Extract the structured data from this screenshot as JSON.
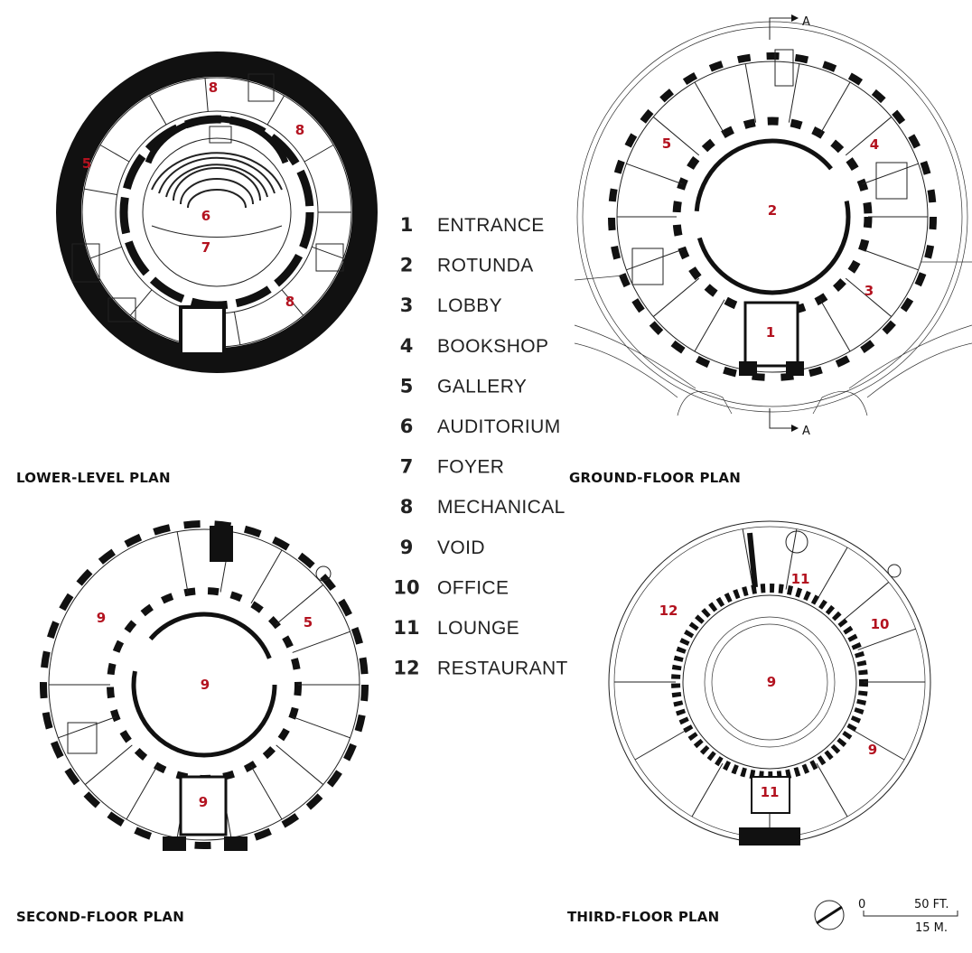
{
  "plans": [
    {
      "caption": "LOWER-LEVEL PLAN",
      "labels": [
        {
          "num": "8"
        },
        {
          "num": "8"
        },
        {
          "num": "5"
        },
        {
          "num": "6"
        },
        {
          "num": "7"
        },
        {
          "num": "8"
        }
      ]
    },
    {
      "caption": "GROUND-FLOOR PLAN",
      "labels": [
        {
          "num": "5"
        },
        {
          "num": "4"
        },
        {
          "num": "2"
        },
        {
          "num": "3"
        },
        {
          "num": "1"
        }
      ],
      "section_markers": [
        "A",
        "A"
      ]
    },
    {
      "caption": "SECOND-FLOOR PLAN",
      "labels": [
        {
          "num": "9"
        },
        {
          "num": "5"
        },
        {
          "num": "9"
        },
        {
          "num": "9"
        }
      ]
    },
    {
      "caption": "THIRD-FLOOR PLAN",
      "labels": [
        {
          "num": "11"
        },
        {
          "num": "12"
        },
        {
          "num": "10"
        },
        {
          "num": "9"
        },
        {
          "num": "9"
        },
        {
          "num": "11"
        }
      ]
    }
  ],
  "legend": [
    {
      "num": "1",
      "name": "ENTRANCE"
    },
    {
      "num": "2",
      "name": "ROTUNDA"
    },
    {
      "num": "3",
      "name": "LOBBY"
    },
    {
      "num": "4",
      "name": "BOOKSHOP"
    },
    {
      "num": "5",
      "name": "GALLERY"
    },
    {
      "num": "6",
      "name": "AUDITORIUM"
    },
    {
      "num": "7",
      "name": "FOYER"
    },
    {
      "num": "8",
      "name": "MECHANICAL"
    },
    {
      "num": "9",
      "name": "VOID"
    },
    {
      "num": "10",
      "name": "OFFICE"
    },
    {
      "num": "11",
      "name": "LOUNGE"
    },
    {
      "num": "12",
      "name": "RESTAURANT"
    }
  ],
  "scale_bar": {
    "zero": "0",
    "feet": "50 FT.",
    "meters": "15 M."
  },
  "colors": {
    "room_label": "#b3121f",
    "ink": "#111111"
  }
}
